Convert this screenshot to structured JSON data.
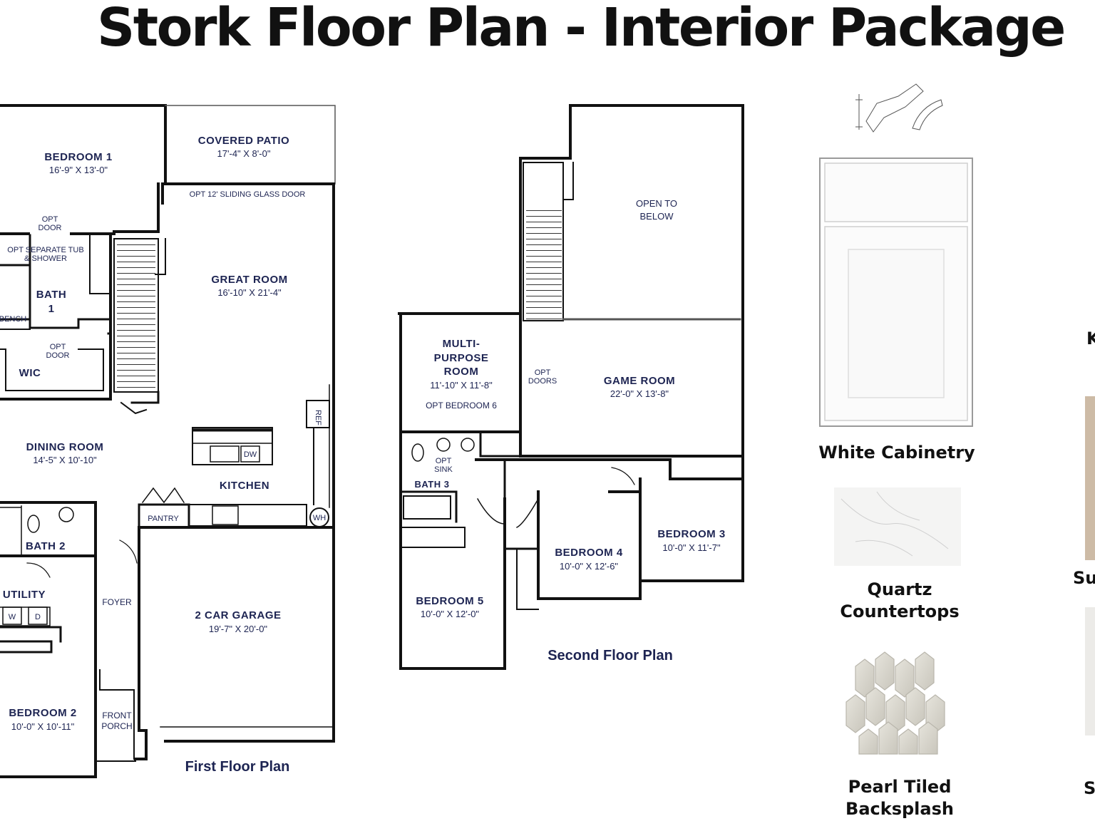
{
  "title": "Stork Floor Plan - Interior Package",
  "first_floor": {
    "caption": "First Floor Plan",
    "bedroom1": {
      "name": "BEDROOM 1",
      "dim": "16'-9\" X 13'-0\""
    },
    "covered_patio": {
      "name": "COVERED PATIO",
      "dim": "17'-4\" X 8'-0\""
    },
    "sliding_door": "OPT 12' SLIDING GLASS DOOR",
    "opt_door_1": [
      "OPT",
      "DOOR"
    ],
    "opt_tub": [
      "OPT SEPARATE TUB",
      "& SHOWER"
    ],
    "bath1": [
      "BATH",
      "1"
    ],
    "bench": "BENCH",
    "opt_door_2": [
      "OPT",
      "DOOR"
    ],
    "wic": "WIC",
    "great_room": {
      "name": "GREAT ROOM",
      "dim": "16'-10\" X 21'-4\""
    },
    "dining_room": {
      "name": "DINING ROOM",
      "dim": "14'-5\" X 10'-10\""
    },
    "ref": "REF",
    "dw": "DW",
    "kitchen": "KITCHEN",
    "pantry": "PANTRY",
    "wh": "WH",
    "bath2": "BATH 2",
    "utility": "UTILITY",
    "washer": "W",
    "dryer": "D",
    "foyer": "FOYER",
    "garage": {
      "name": "2 CAR GARAGE",
      "dim": "19'-7\" X 20'-0\""
    },
    "bedroom2": {
      "name": "BEDROOM 2",
      "dim": "10'-0\" X 10'-11\""
    },
    "front_porch": [
      "FRONT",
      "PORCH"
    ]
  },
  "second_floor": {
    "caption": "Second Floor Plan",
    "open_below": [
      "OPEN TO",
      "BELOW"
    ],
    "multi_purpose": {
      "name": [
        "MULTI-",
        "PURPOSE",
        "ROOM"
      ],
      "dim": "11'-10\" X 11'-8\"",
      "opt": "OPT BEDROOM 6"
    },
    "opt_doors": [
      "OPT",
      "DOORS"
    ],
    "game_room": {
      "name": "GAME ROOM",
      "dim": "22'-0\" X 13'-8\""
    },
    "opt_sink": [
      "OPT",
      "SINK"
    ],
    "bath3": "BATH 3",
    "bedroom3": {
      "name": "BEDROOM 3",
      "dim": "10'-0\" X 11'-7\""
    },
    "bedroom4": {
      "name": "BEDROOM 4",
      "dim": "10'-0\" X 12'-6\""
    },
    "bedroom5": {
      "name": "BEDROOM 5",
      "dim": "10'-0\" X 12'-0\""
    }
  },
  "finishes": [
    {
      "label": "White Cabinetry"
    },
    {
      "label": "Quartz Countertops"
    },
    {
      "label": "Pearl Tiled Backsplash"
    }
  ],
  "cropped_labels": {
    "k": "K",
    "su": "Su",
    "s": "S"
  },
  "colors": {
    "label_navy": "#1d2452",
    "wall": "#111111",
    "carpet": "#cdbba6"
  }
}
